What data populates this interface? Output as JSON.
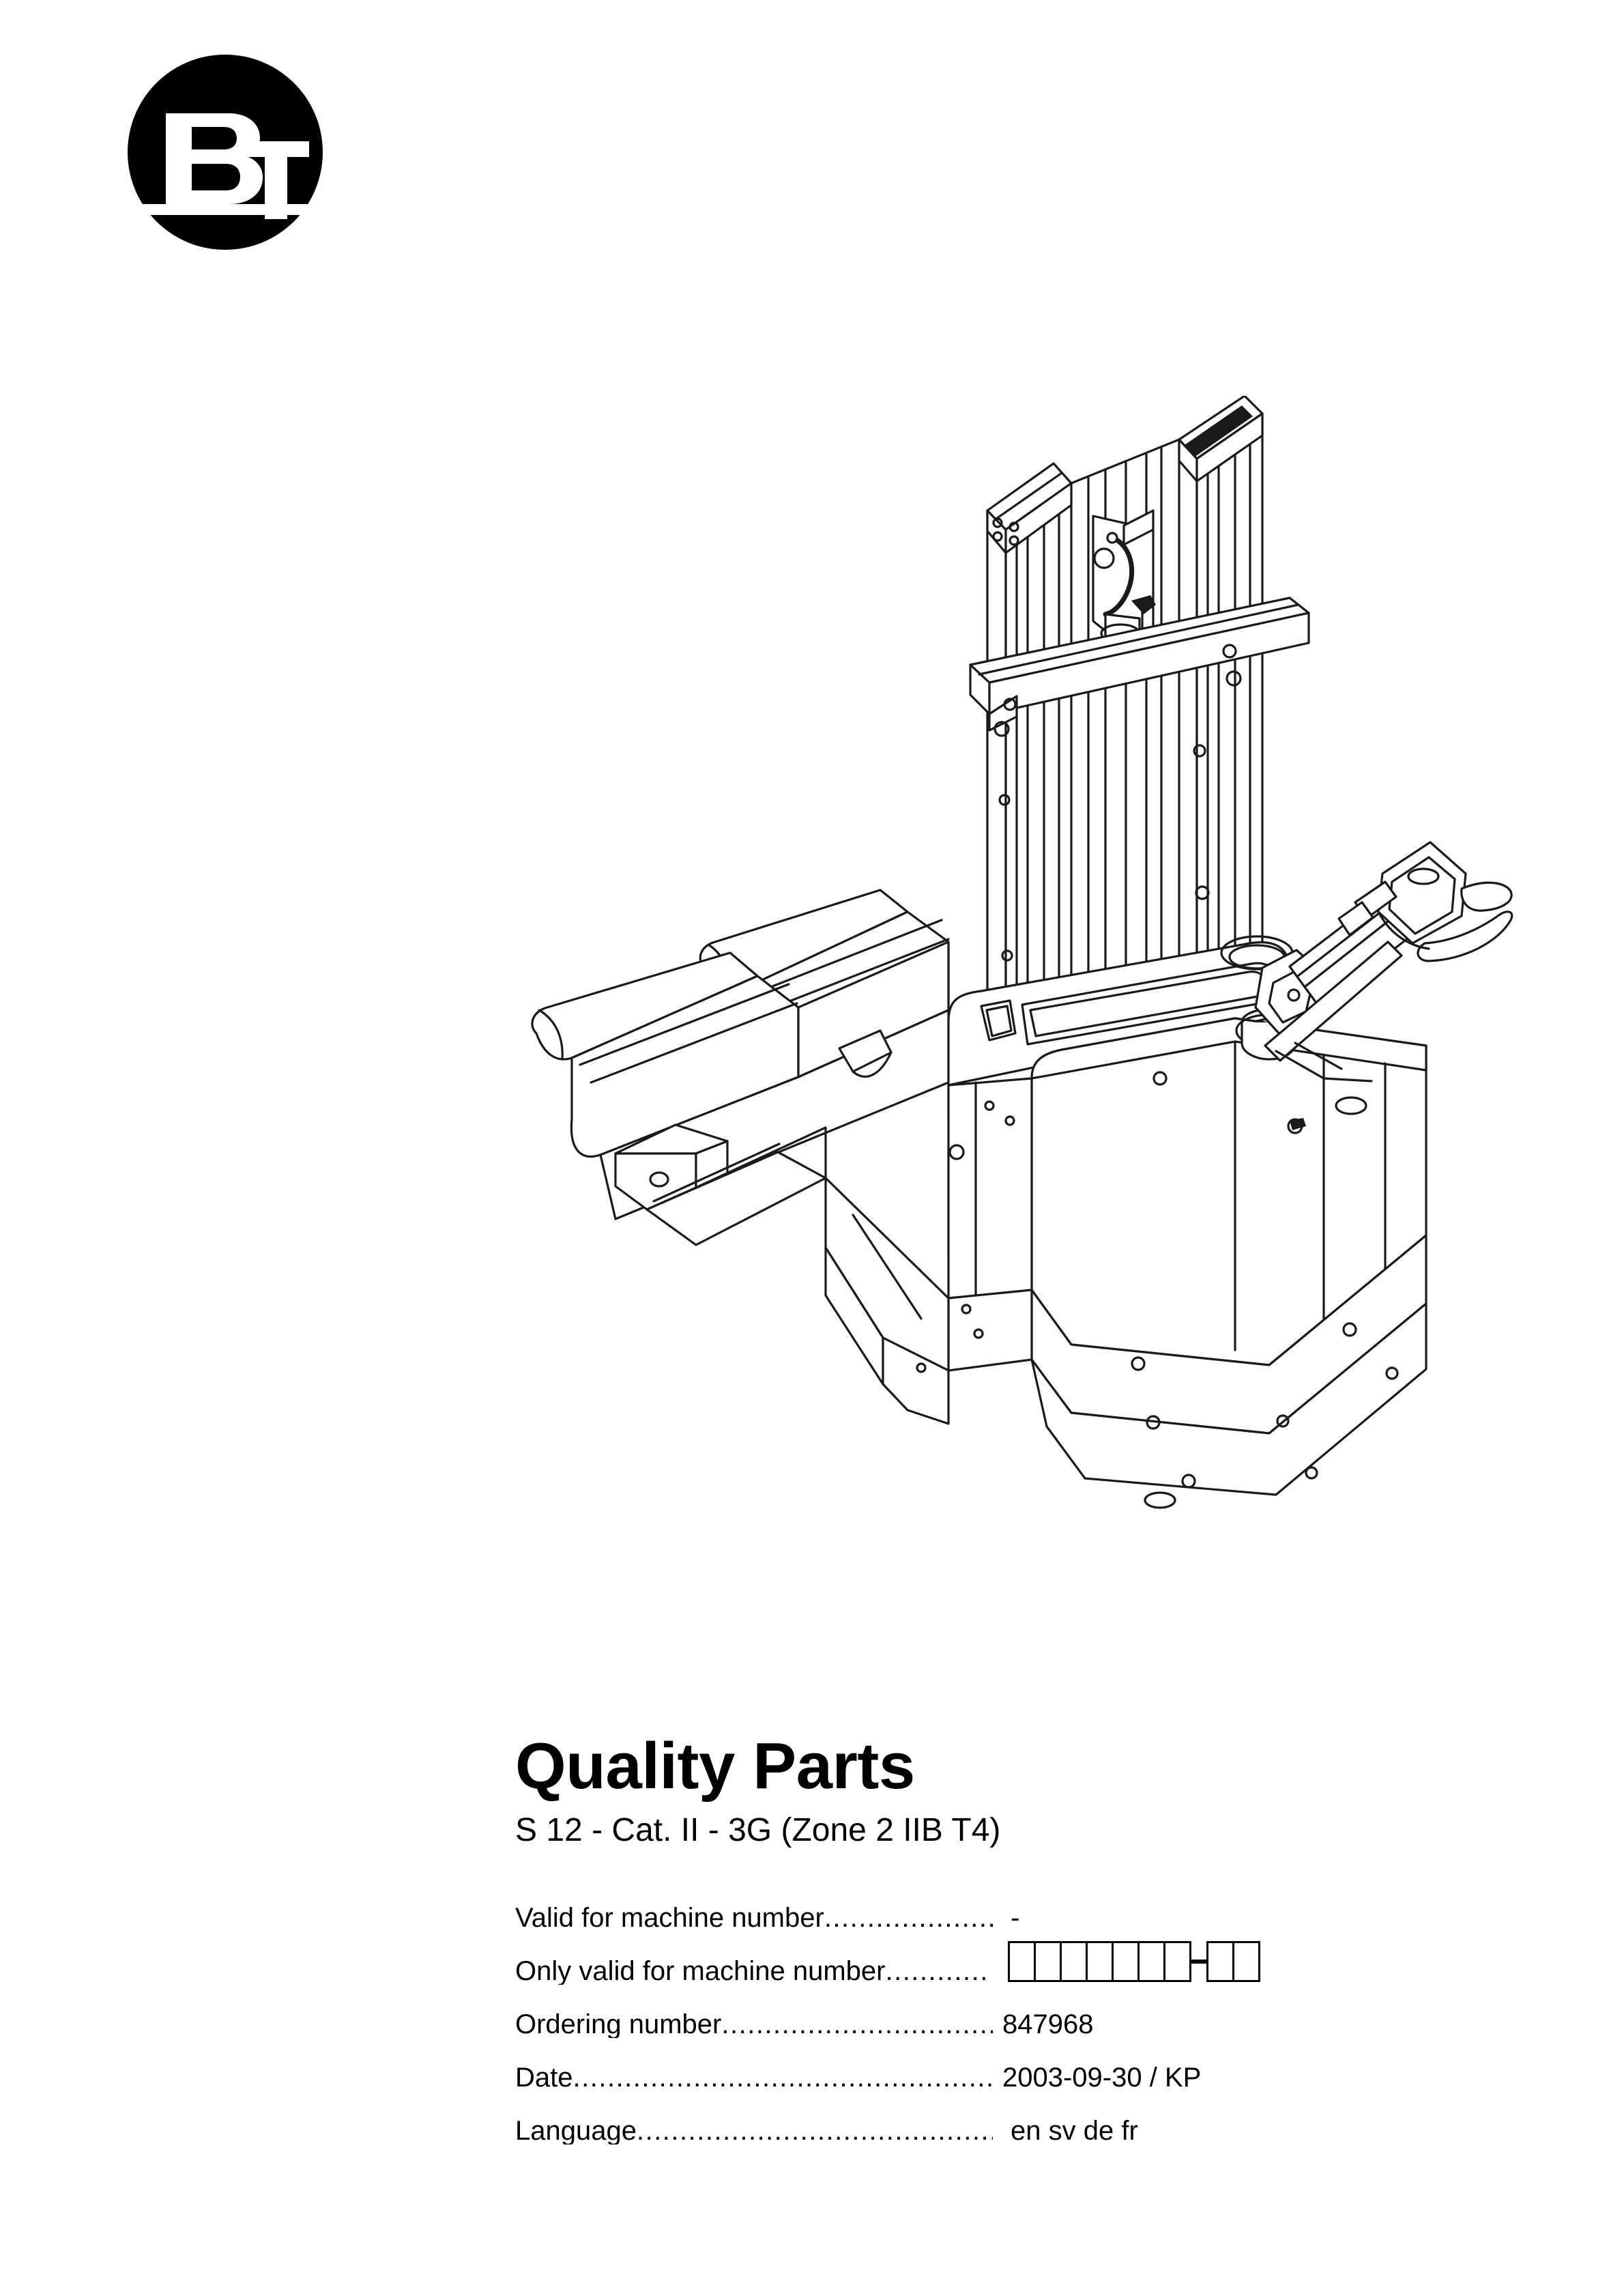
{
  "brand": {
    "logo_name": "bt-logo",
    "logo_letters": "BT",
    "logo_color": "#000000",
    "logo_letter_color": "#ffffff"
  },
  "illustration": {
    "name": "pedestrian-stacker-forklift-line-drawing",
    "alt": "Technical line drawing of a BT pedestrian stacker truck with mast, forks and tiller arm"
  },
  "document": {
    "title": "Quality Parts",
    "subtitle": "S 12 - Cat. II - 3G (Zone 2 IIB T4)"
  },
  "spec_rows": [
    {
      "label": "Valid for machine number",
      "leader": ".....................",
      "value": "-",
      "type": "text"
    },
    {
      "label": "Only valid for machine number",
      "leader": "............",
      "value": "",
      "type": "boxes",
      "box_groups": [
        7,
        2
      ],
      "box_separator": "-"
    },
    {
      "label": "Ordering number ",
      "leader": "................................",
      "value": "847968",
      "type": "text"
    },
    {
      "label": "Date",
      "leader": ".................................................",
      "value": "2003-09-30 / KP",
      "type": "text"
    },
    {
      "label": "Language",
      "leader": "...........................................",
      "value": "en sv de fr",
      "type": "text"
    }
  ],
  "page": {
    "background": "#ffffff",
    "ink": "#000000"
  }
}
